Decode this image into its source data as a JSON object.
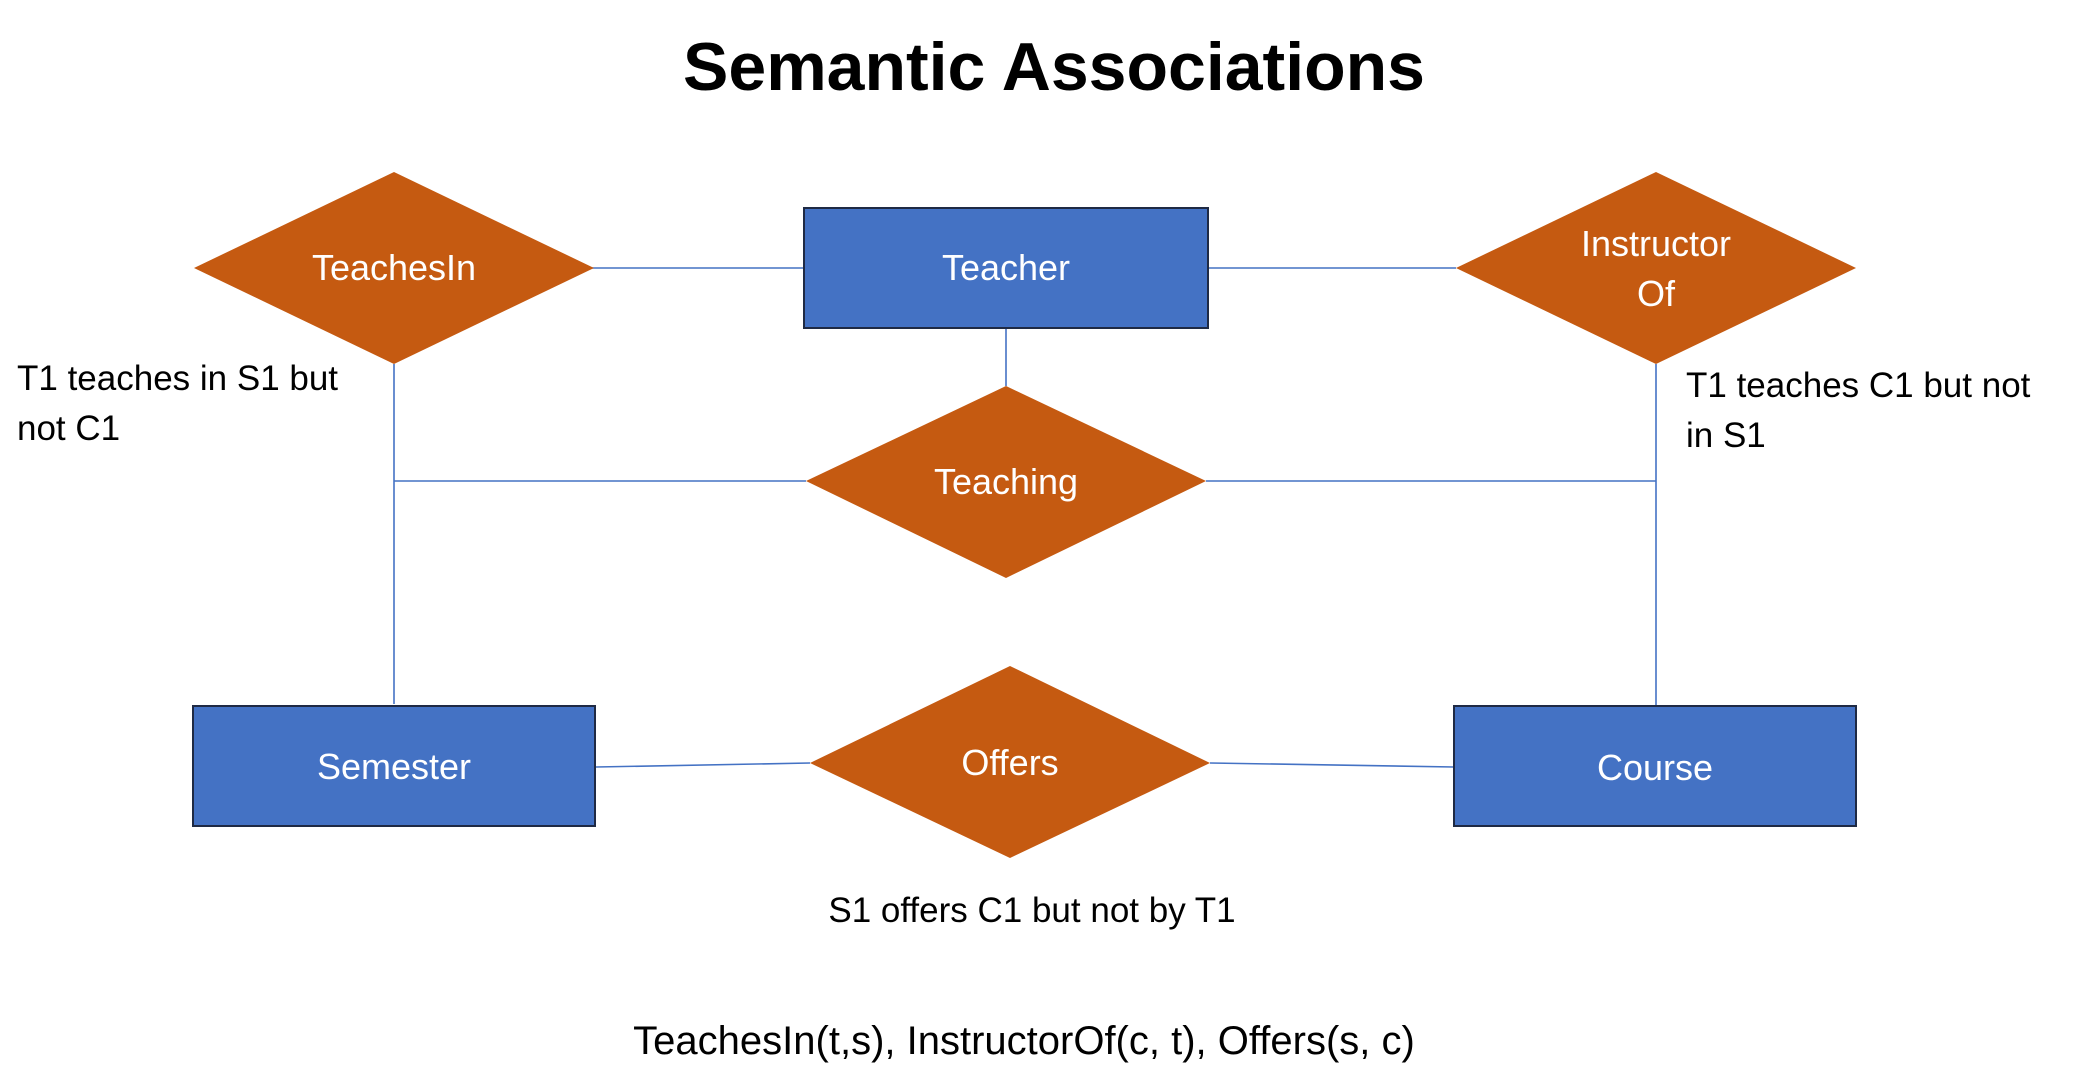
{
  "title": "Semantic Associations",
  "colors": {
    "entity_fill": "#4472c4",
    "relationship_fill": "#c55a11",
    "connector": "#4472c4",
    "label_text": "#ffffff",
    "text": "#000000"
  },
  "entities": {
    "teacher": "Teacher",
    "semester": "Semester",
    "course": "Course"
  },
  "relationships": {
    "teaches_in": "TeachesIn",
    "instructor_of_line1": "Instructor",
    "instructor_of_line2": "Of",
    "teaching": "Teaching",
    "offers": "Offers"
  },
  "notes": {
    "teaches_in_line1": "T1 teaches in S1 but",
    "teaches_in_line2": "not C1",
    "instructor_of_line1": "T1 teaches C1 but not",
    "instructor_of_line2": "in S1",
    "offers": "S1 offers C1 but not by T1"
  },
  "formula": "TeachesIn(t,s), InstructorOf(c, t), Offers(s, c)"
}
